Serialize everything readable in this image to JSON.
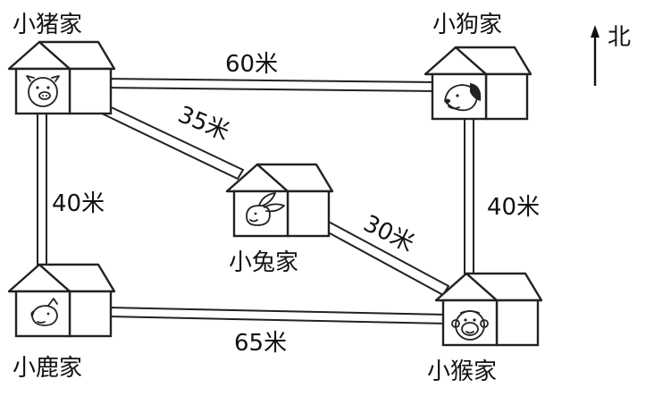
{
  "compass": {
    "label": "北"
  },
  "houses": [
    {
      "id": "pig",
      "label": "小猪家",
      "face_icon": "pig-face-icon"
    },
    {
      "id": "dog",
      "label": "小狗家",
      "face_icon": "dog-face-icon"
    },
    {
      "id": "rabbit",
      "label": "小兔家",
      "face_icon": "rabbit-face-icon"
    },
    {
      "id": "deer",
      "label": "小鹿家",
      "face_icon": "deer-face-icon"
    },
    {
      "id": "monkey",
      "label": "小猴家",
      "face_icon": "monkey-face-icon"
    }
  ],
  "roads": [
    {
      "from": "pig",
      "to": "dog",
      "label": "60米"
    },
    {
      "from": "pig",
      "to": "rabbit",
      "label": "35米"
    },
    {
      "from": "pig",
      "to": "deer",
      "label": "40米"
    },
    {
      "from": "dog",
      "to": "monkey",
      "label": "40米"
    },
    {
      "from": "rabbit",
      "to": "monkey",
      "label": "30米"
    },
    {
      "from": "deer",
      "to": "monkey",
      "label": "65米"
    }
  ]
}
